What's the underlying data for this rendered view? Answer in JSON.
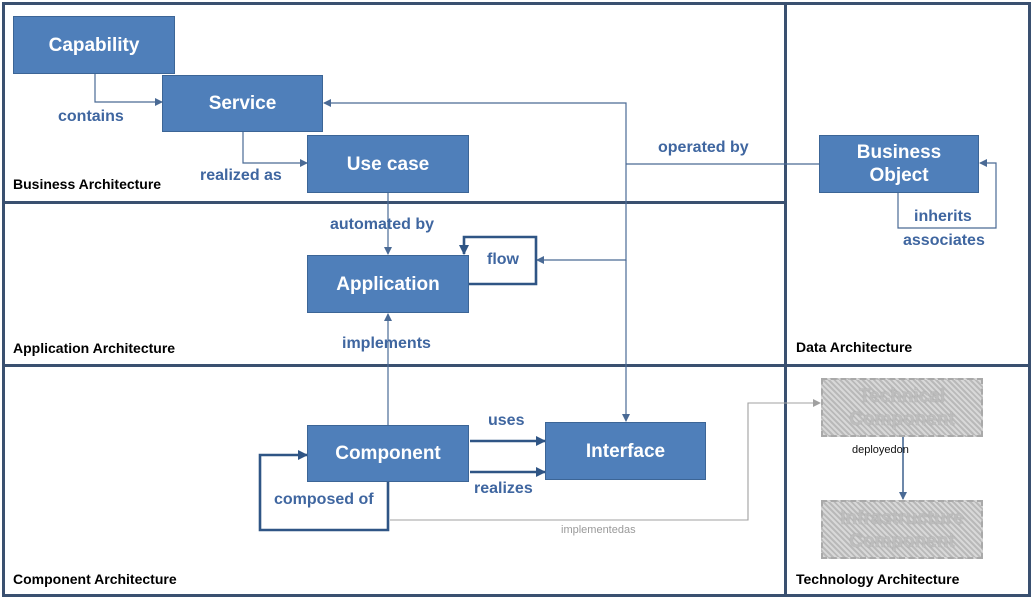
{
  "regions": {
    "business": "Business Architecture",
    "application": "Application Architecture",
    "component": "Component Architecture",
    "data": "Data Architecture",
    "technology": "Technology Architecture"
  },
  "nodes": {
    "capability": "Capability",
    "service": "Service",
    "use_case": "Use case",
    "application": "Application",
    "component": "Component",
    "interface": "Interface",
    "business_object": "Business Object",
    "technical_component": "Technical Component",
    "infrastructure_component": "Infrastructure Component"
  },
  "edges": {
    "contains": "contains",
    "realized_as": "realized as",
    "automated_by": "automated by",
    "flow": "flow",
    "implements": "implements",
    "uses": "uses",
    "realizes": "realizes",
    "composed_of": "composed of",
    "operated_by": "operated by",
    "inherits": "inherits",
    "associates": "associates",
    "deployed_on": "deployedon",
    "implemented_as": "implementedas"
  },
  "colors": {
    "node_fill": "#4f7fba",
    "node_border": "#3c6596",
    "region_border": "#3a5070",
    "edge": "#4a6a95",
    "edge_label": "#3f66a0"
  }
}
